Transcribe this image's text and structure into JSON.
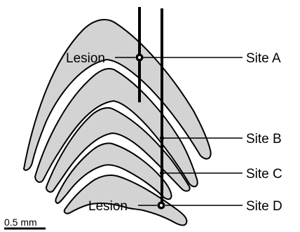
{
  "labels": {
    "lesion_upper": "Lesion",
    "lesion_lower": "Lesion",
    "site_a": "Site A",
    "site_b": "Site B",
    "site_c": "Site C",
    "site_d": "Site D",
    "scale_bar": "0.5 mm"
  },
  "colors": {
    "tissue_fill": "#d3d3d3",
    "outline": "#000000",
    "background": "#ffffff"
  }
}
